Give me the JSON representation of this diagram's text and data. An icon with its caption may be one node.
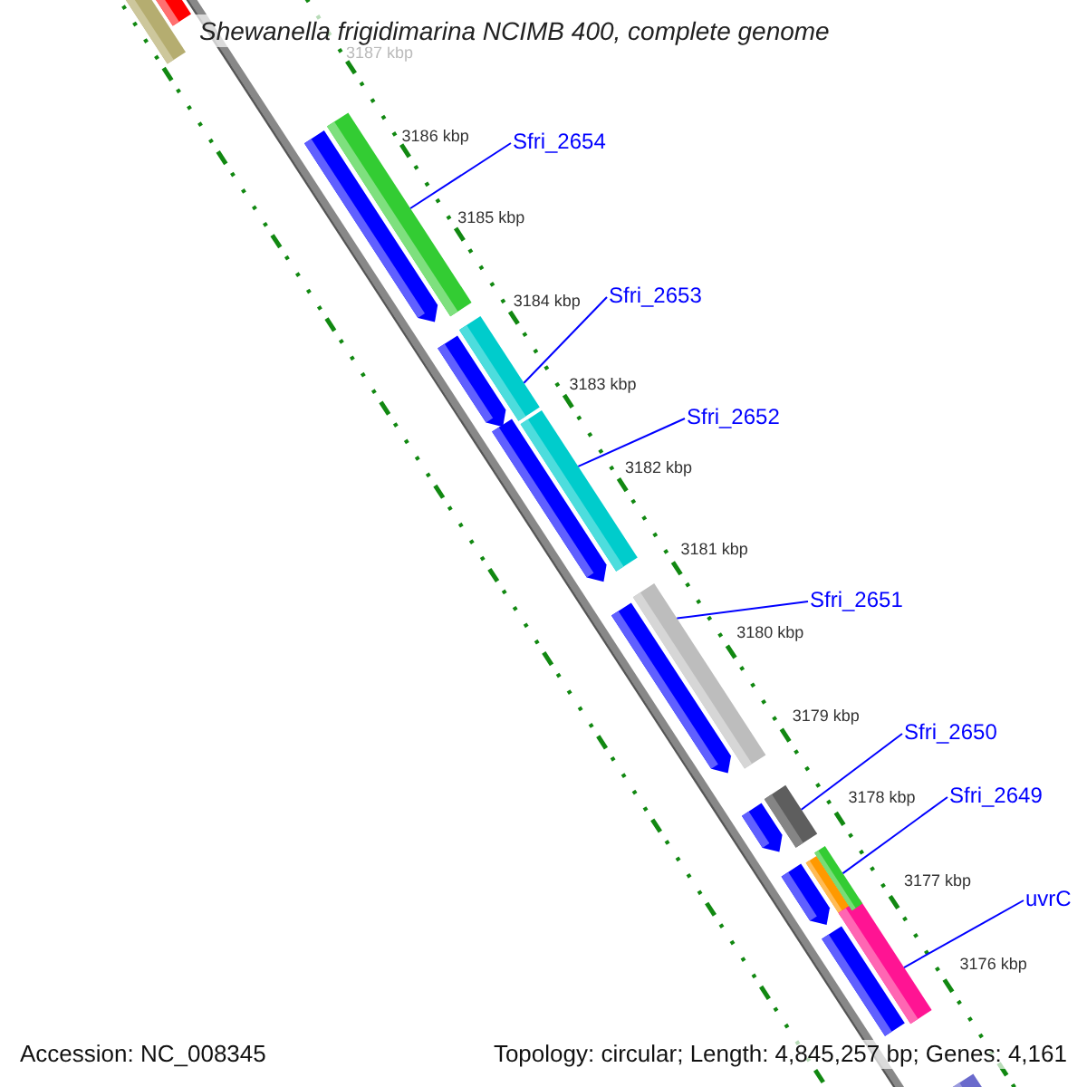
{
  "diagram": {
    "title": "Shewanella frigidimarina NCIMB 400, complete genome",
    "nodes": [
      {
        "text": [
          "Sfri_2654"
        ]
      },
      {
        "text": [],
        "shape": "bar"
      },
      {
        "text": [
          "Sfri_2653"
        ]
      },
      {
        "text": [],
        "shape": "bar"
      },
      {
        "text": [
          "Sfri_2652"
        ]
      },
      {
        "text": [],
        "shape": "bar"
      },
      {
        "text": [
          "Sfri_2651"
        ]
      },
      {
        "text": [],
        "shape": "bar"
      },
      {
        "text": [
          "Sfri_2650"
        ]
      },
      {
        "text": [],
        "shape": "bar"
      },
      {
        "text": [
          "Sfri_2649"
        ]
      },
      {
        "text": [],
        "shape": "bar"
      },
      {
        "text": [
          "uvrC"
        ]
      },
      {
        "text": [],
        "shape": "bar"
      },
      {
        "text": [],
        "shape": "bar"
      },
      {
        "text": [],
        "shape": "bar"
      },
      {
        "text": [],
        "shape": "bar"
      },
      {
        "text": [],
        "shape": "bar"
      },
      {
        "text": [],
        "shape": "bar"
      },
      {
        "text": [],
        "shape": "bar"
      },
      {
        "text": [],
        "shape": "bar"
      },
      {
        "text": [],
        "shape": "bar"
      },
      {
        "text": [],
        "shape": "bar"
      },
      {
        "text": [],
        "shape": "bar"
      },
      {
        "text": [],
        "shape": "bar"
      }
    ],
    "edges": [
      {
        "from": 0,
        "to": 1,
        "arrow": "none"
      },
      {
        "from": 2,
        "to": 3,
        "arrow": "none"
      },
      {
        "from": 4,
        "to": 5,
        "arrow": "none"
      },
      {
        "from": 6,
        "to": 7,
        "arrow": "none"
      },
      {
        "from": 8,
        "to": 9,
        "arrow": "none"
      },
      {
        "from": 10,
        "to": 11,
        "arrow": "none"
      },
      {
        "from": 12,
        "to": 13,
        "arrow": "none"
      }
    ],
    "labels": [
      "3187 kbp",
      "3186 kbp",
      "3185 kbp",
      "3184 kbp",
      "3183 kbp",
      "3182 kbp",
      "3181 kbp",
      "3180 kbp",
      "3179 kbp",
      "3178 kbp",
      "3177 kbp",
      "3176 kbp",
      "Accession: NC_008345",
      "Topology: circular; Length: 4,845,257 bp; Genes: 4,161"
    ]
  }
}
